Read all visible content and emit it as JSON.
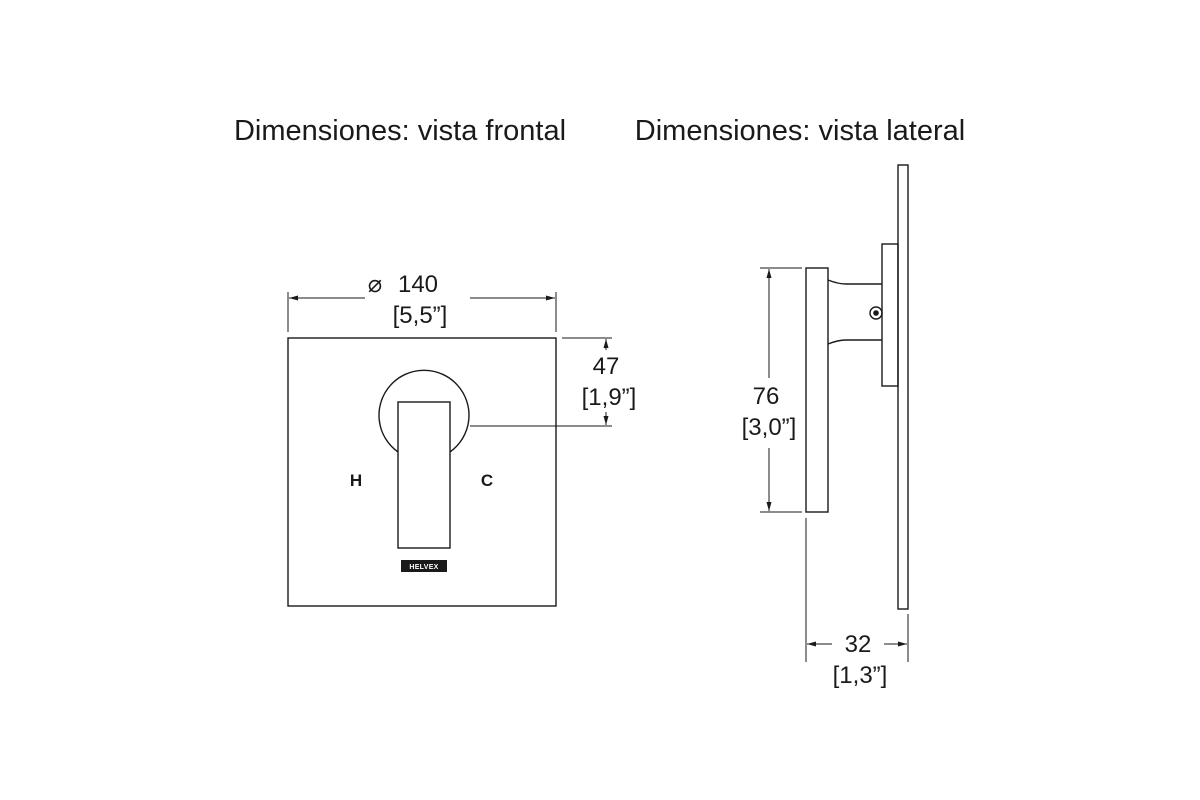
{
  "titles": {
    "front": "Dimensiones: vista frontal",
    "side": "Dimensiones: vista lateral"
  },
  "front_view": {
    "width_mm": "140",
    "width_in": "[5,5”]",
    "square_symbol": "⌀",
    "handle_offset_mm": "47",
    "handle_offset_in": "[1,9”]",
    "hot_label": "H",
    "cold_label": "C",
    "brand": "HELVEX"
  },
  "side_view": {
    "height_mm": "76",
    "height_in": "[3,0”]",
    "depth_mm": "32",
    "depth_in": "[1,3”]"
  }
}
